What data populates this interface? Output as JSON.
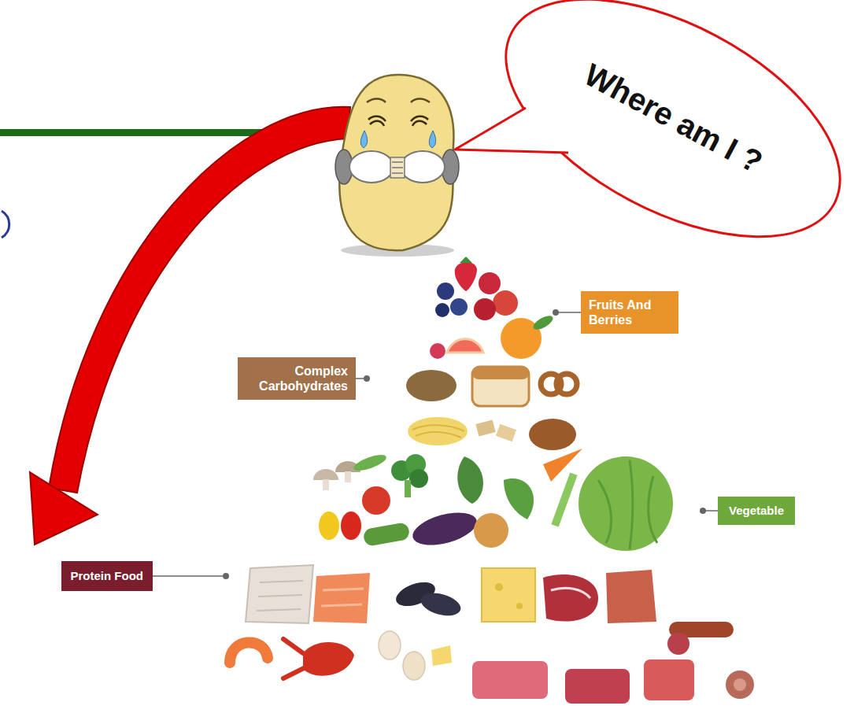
{
  "diagram": {
    "nodes": [
      {
        "text": [
          "Where am I ?"
        ]
      },
      {
        "text": [
          "Fruits And Berries"
        ]
      },
      {
        "text": [
          "Complex Carbohydrates"
        ]
      },
      {
        "text": [
          "Vegetable"
        ]
      },
      {
        "text": [
          "Protein Food"
        ]
      }
    ]
  }
}
